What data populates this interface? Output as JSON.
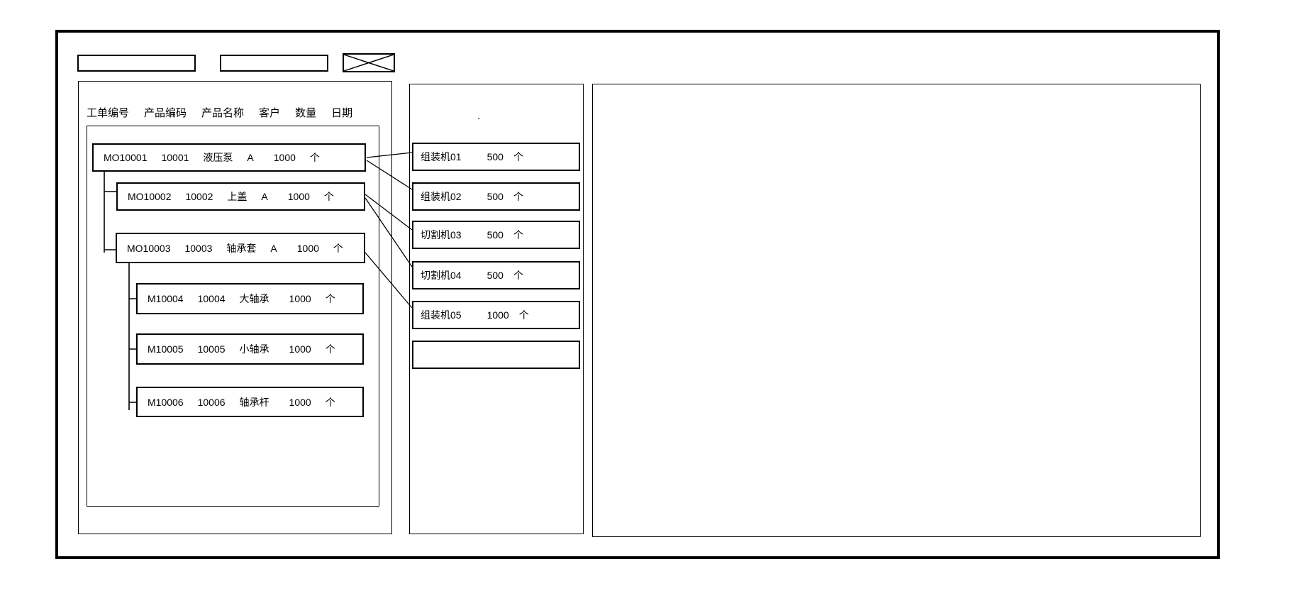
{
  "toolbar": {
    "field1_value": "",
    "field2_value": "",
    "x_box": "placeholder"
  },
  "left_panel": {
    "header_columns": [
      "工单编号",
      "产品编码",
      "产品名称",
      "客户",
      "数量",
      "日期"
    ],
    "orders": [
      {
        "id": "MO10001",
        "code": "10001",
        "name": "液压泵",
        "customer": "A",
        "qty": "1000",
        "unit": "个",
        "level": 0
      },
      {
        "id": "MO10002",
        "code": "10002",
        "name": "上盖",
        "customer": "A",
        "qty": "1000",
        "unit": "个",
        "level": 1
      },
      {
        "id": "MO10003",
        "code": "10003",
        "name": "轴承套",
        "customer": "A",
        "qty": "1000",
        "unit": "个",
        "level": 1
      },
      {
        "id": "M10004",
        "code": "10004",
        "name": "大轴承",
        "customer": "",
        "qty": "1000",
        "unit": "个",
        "level": 2
      },
      {
        "id": "M10005",
        "code": "10005",
        "name": "小轴承",
        "customer": "",
        "qty": "1000",
        "unit": "个",
        "level": 2
      },
      {
        "id": "M10006",
        "code": "10006",
        "name": "轴承杆",
        "customer": "",
        "qty": "1000",
        "unit": "个",
        "level": 2
      }
    ]
  },
  "middle_panel": {
    "dot": ".",
    "machines": [
      {
        "name": "组装机01",
        "qty": "500",
        "unit": "个"
      },
      {
        "name": "组装机02",
        "qty": "500",
        "unit": "个"
      },
      {
        "name": "切割机03",
        "qty": "500",
        "unit": "个"
      },
      {
        "name": "切割机04",
        "qty": "500",
        "unit": "个"
      },
      {
        "name": "组装机05",
        "qty": "1000",
        "unit": "个"
      },
      {
        "name": "",
        "qty": "",
        "unit": ""
      }
    ]
  },
  "right_panel": {
    "content": ""
  },
  "connections": [
    {
      "from": "MO10001",
      "to": "组装机01",
      "qty": "500"
    },
    {
      "from": "MO10001",
      "to": "组装机02",
      "qty": "500"
    },
    {
      "from": "MO10002",
      "to": "切割机03",
      "qty": "500"
    },
    {
      "from": "MO10002",
      "to": "切割机04",
      "qty": "500"
    },
    {
      "from": "MO10003",
      "to": "组装机05",
      "qty": "1000"
    }
  ],
  "colors": {
    "stroke": "#000000",
    "background": "#ffffff"
  }
}
